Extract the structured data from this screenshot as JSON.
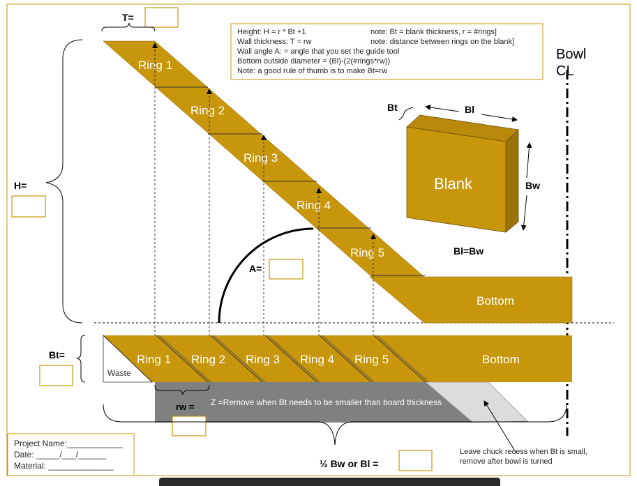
{
  "colors": {
    "wood": "#c8960a",
    "wood_dark": "#8a6508",
    "wood_side": "#a97b08",
    "waste_gray": "#808080",
    "recess_gray": "#dcdcdc"
  },
  "labels": {
    "t_label": "T=",
    "h_label": "H=",
    "bt_label": "Bt=",
    "rw_label": "rw =",
    "a_label": "A=",
    "half_bw_label": "½ Bw or Bl =",
    "bowl_cl_1": "Bowl",
    "bowl_cl_2": "CL",
    "waste": "Waste",
    "z_note": "Z =Remove when Bt needs to be smaller than board thickness",
    "chuck_note_1": "Leave chuck recess when Bt is small,",
    "chuck_note_2": "remove after bowl is turned"
  },
  "notes": {
    "line1a": "Height: H = r * Bt +1",
    "line1b": "note: Bt = blank thickness, r = #rings]",
    "line2a": "Wall thickness: T = rw",
    "line2b": "note: distance between rings on the blank]",
    "line3": "Wall angle A: = angle that you set the guide tool",
    "line4": "Bottom outside diameter = (Bl)-(2(#rings*rw))",
    "line5": "Note: a good rule of thumb is to make Bt=rw"
  },
  "blank": {
    "title": "Blank",
    "bt": "Bt",
    "bl": "Bl",
    "bw": "Bw",
    "bl_eq_bw": "Bl=Bw"
  },
  "rings_angled": [
    "Ring 1",
    "Ring 2",
    "Ring 3",
    "Ring 4",
    "Ring 5"
  ],
  "bottom_angled": "Bottom",
  "rings_flat": [
    "Ring 1",
    "Ring 2",
    "Ring 3",
    "Ring 4",
    "Ring 5"
  ],
  "bottom_flat": "Bottom",
  "project": {
    "name": "Project Name:____________",
    "date": "Date: _____/___/______",
    "material": "Material: ______________"
  }
}
